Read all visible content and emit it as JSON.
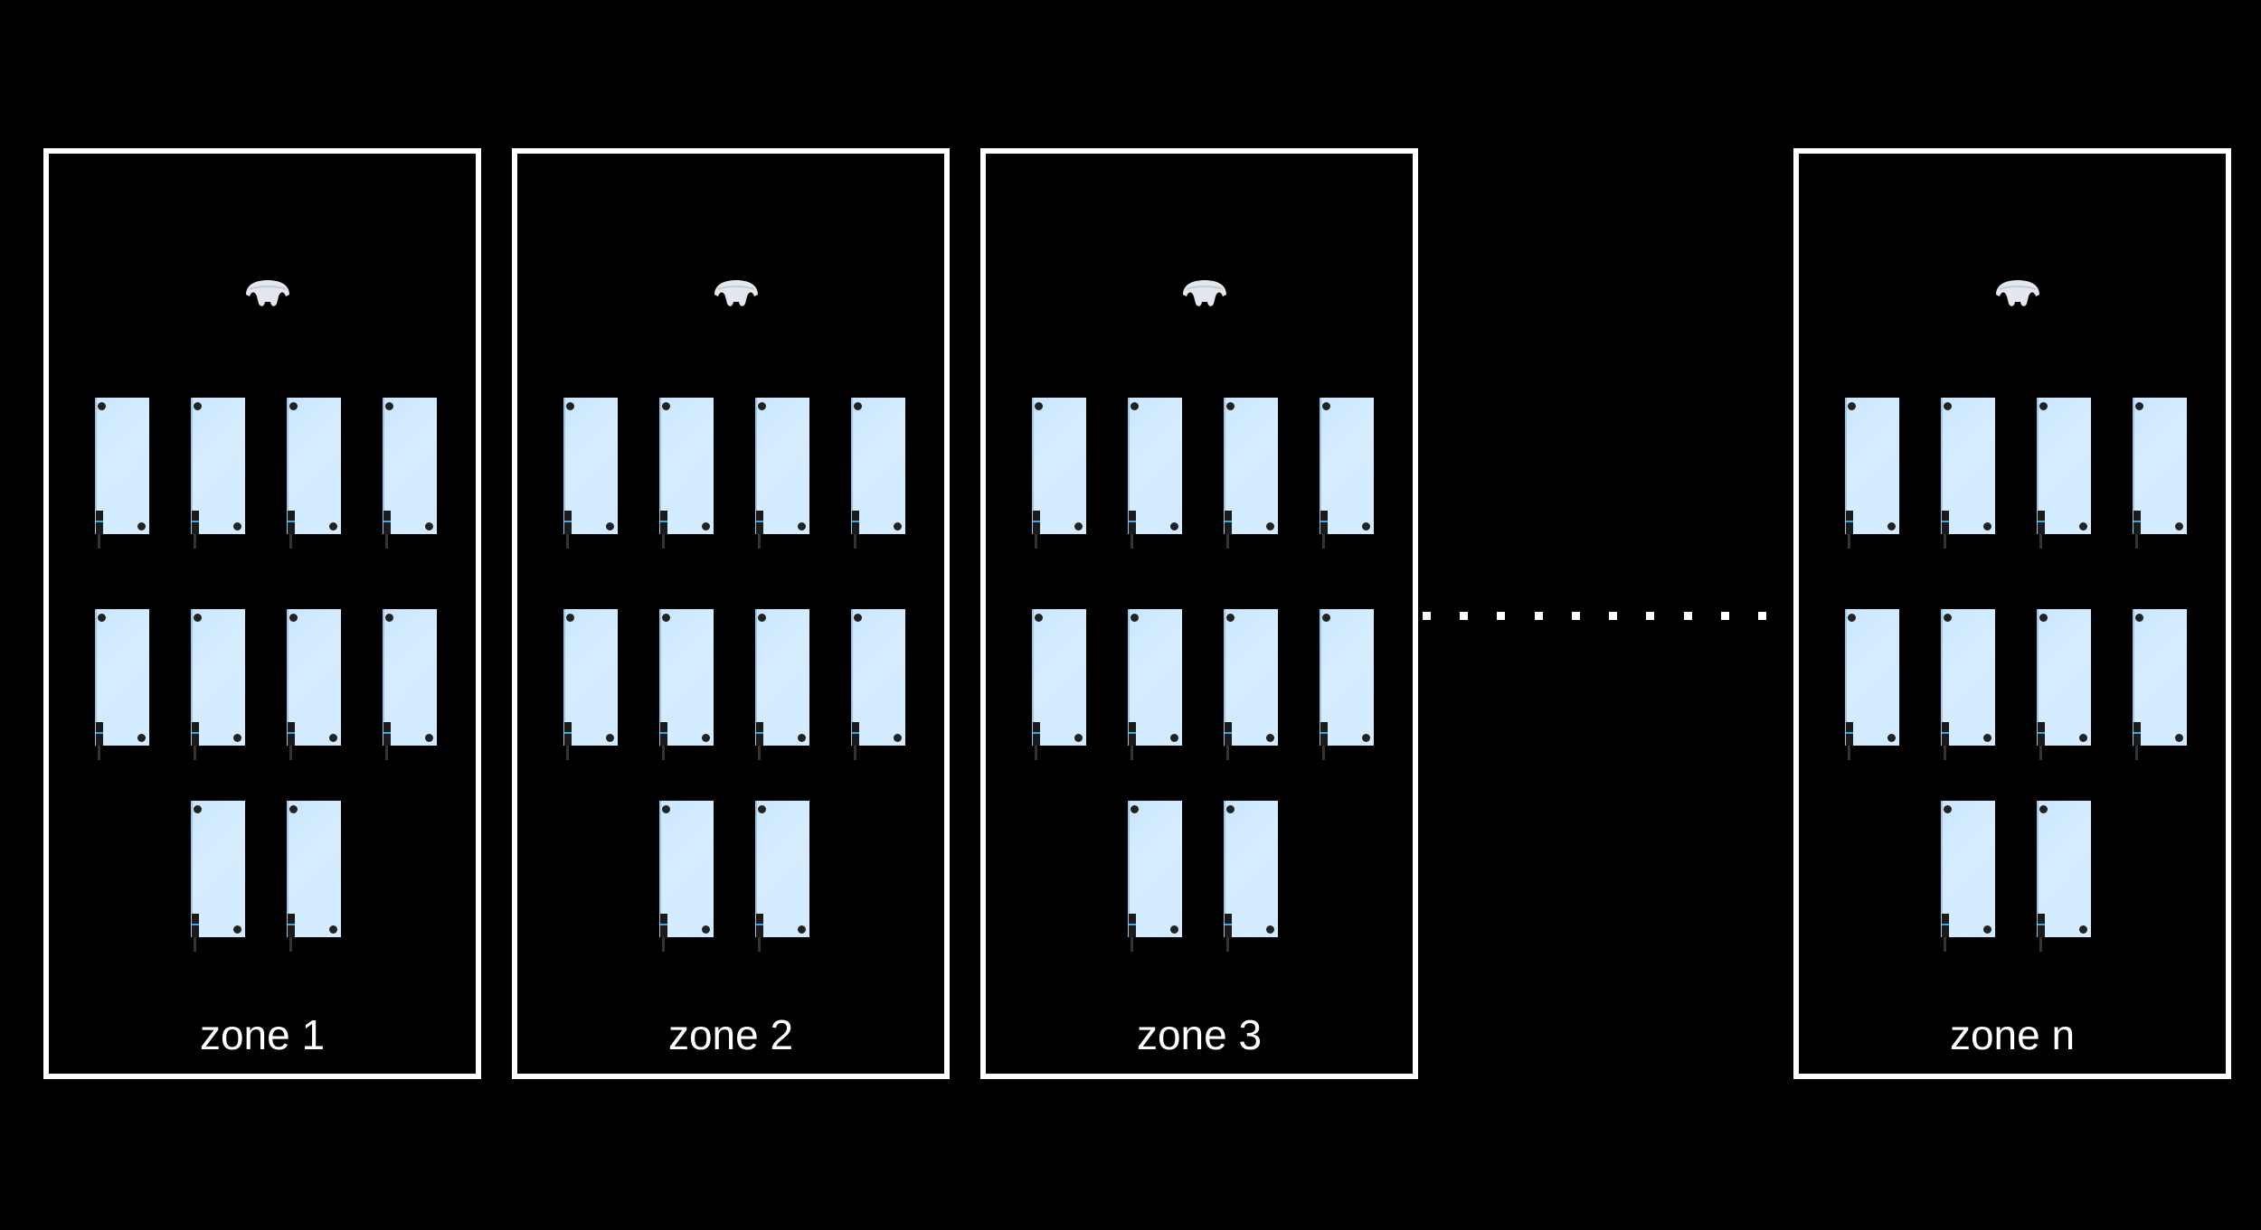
{
  "zones": [
    {
      "label": "zone 1"
    },
    {
      "label": "zone 2"
    },
    {
      "label": "zone 3"
    },
    {
      "label": "zone n"
    }
  ],
  "devices_per_zone": 10,
  "continuation": "ellipsis-dots",
  "colors": {
    "background": "#000000",
    "border": "#ffffff",
    "device": "#d2ebff"
  }
}
